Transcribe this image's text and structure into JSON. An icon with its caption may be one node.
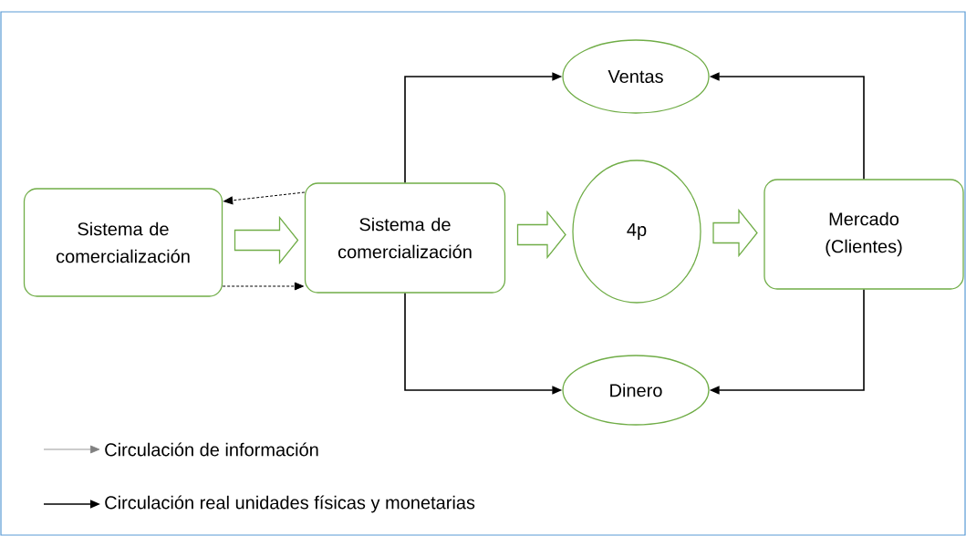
{
  "diagram": {
    "nodes": [
      {
        "text": [
          "Sistema de comercialización"
        ]
      },
      {
        "text": [
          "Sistema de comercialización"
        ]
      },
      {
        "text": [
          "Ventas"
        ]
      },
      {
        "text": [
          "4p"
        ]
      },
      {
        "text": [
          "Mercado (Clientes)"
        ]
      },
      {
        "text": [
          "Dinero"
        ]
      }
    ],
    "edges": [
      {
        "from": 1,
        "to": 0,
        "arrow": "to",
        "style": "dashed"
      },
      {
        "from": 0,
        "to": 1,
        "arrow": "to",
        "style": "dashed"
      },
      {
        "from": 0,
        "to": 1,
        "arrow": "to",
        "color": "#70ad47"
      },
      {
        "from": 1,
        "to": 3,
        "arrow": "to",
        "color": "#70ad47"
      },
      {
        "from": 3,
        "to": 4,
        "arrow": "to",
        "color": "#70ad47"
      },
      {
        "from": 1,
        "to": 2,
        "arrow": "to"
      },
      {
        "from": 4,
        "to": 2,
        "arrow": "to"
      },
      {
        "from": 1,
        "to": 5,
        "arrow": "to"
      },
      {
        "from": 4,
        "to": 5,
        "arrow": "to"
      }
    ],
    "legend": [
      {
        "text": "Circulación de información"
      },
      {
        "text": "Circulación real unidades físicas y monetarias"
      }
    ]
  }
}
